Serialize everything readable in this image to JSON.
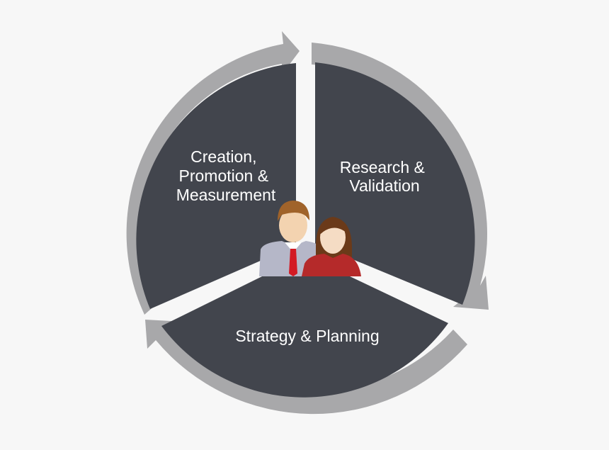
{
  "diagram": {
    "segments": [
      {
        "id": "research",
        "lines": [
          "Research &",
          "Validation"
        ]
      },
      {
        "id": "strategy",
        "lines": [
          "Strategy & Planning"
        ]
      },
      {
        "id": "creation",
        "lines": [
          "Creation,",
          "Promotion &",
          "Measurement"
        ]
      }
    ],
    "center_icon": "team-people-icon",
    "colors": {
      "segment_fill": "#42454d",
      "arrow_ring": "#a8a8aa",
      "background": "#f7f7f7",
      "label_text": "#ffffff"
    }
  }
}
